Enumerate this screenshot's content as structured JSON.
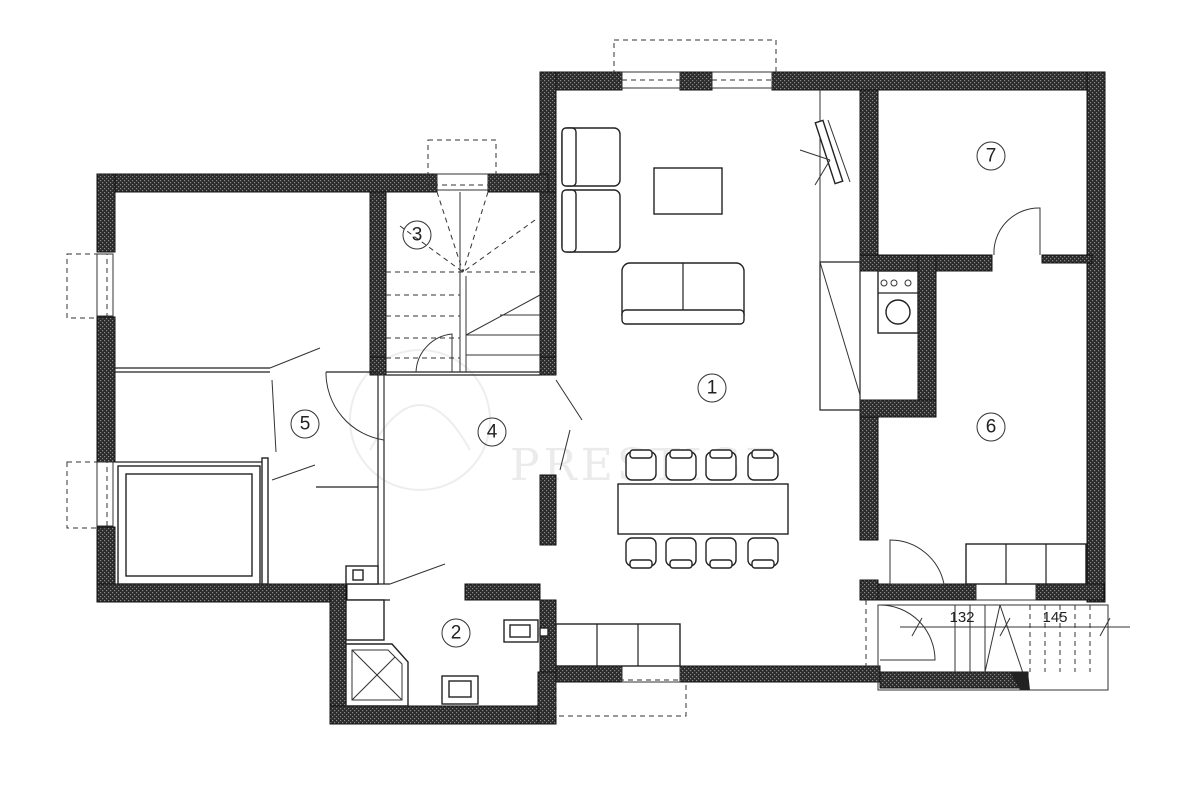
{
  "rooms": [
    {
      "id": "room-1",
      "label": "1"
    },
    {
      "id": "room-2",
      "label": "2"
    },
    {
      "id": "room-3",
      "label": "3"
    },
    {
      "id": "room-4",
      "label": "4"
    },
    {
      "id": "room-5",
      "label": "5"
    },
    {
      "id": "room-6",
      "label": "6"
    },
    {
      "id": "room-7",
      "label": "7"
    }
  ],
  "dimensions": {
    "d1": "132",
    "d2": "145"
  },
  "watermark": "PRESTIGE",
  "colors": {
    "wall": "#1a1a1a",
    "background": "#ffffff",
    "line": "#222222"
  }
}
